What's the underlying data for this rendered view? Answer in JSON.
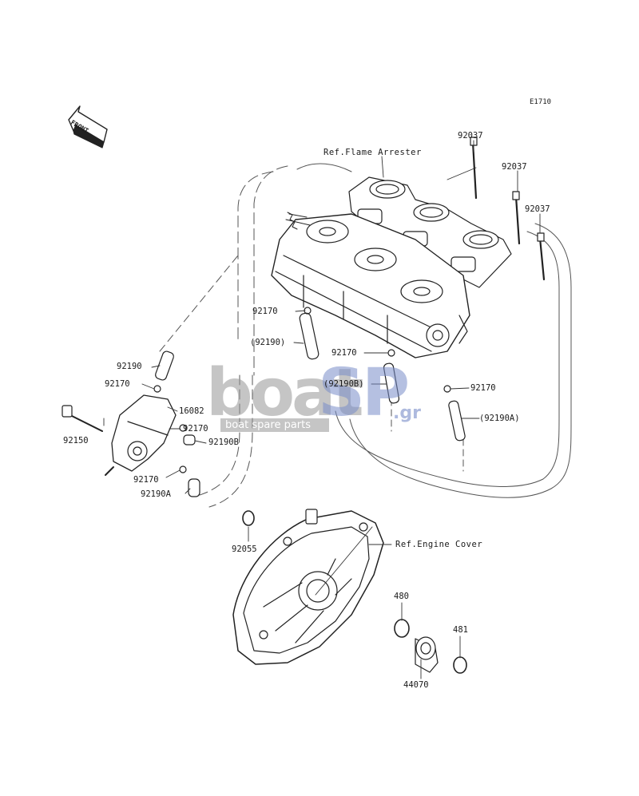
{
  "figure_id": "E1710",
  "front_label": "FRONT",
  "refs": {
    "flame_arrester": "Ref.Flame Arrester",
    "engine_cover": "Ref.Engine Cover"
  },
  "parts": {
    "p92037_a": "92037",
    "p92037_b": "92037",
    "p92037_c": "92037",
    "p92170_a": "92170",
    "p92190_paren": "(92190)",
    "p92170_b": "92170",
    "p92190b_paren": "(92190B)",
    "p92170_c": "92170",
    "p92190a_paren": "(92190A)",
    "p92190": "92190",
    "p92170_d": "92170",
    "p16082": "16082",
    "p92150": "92150",
    "p92170_e": "92170",
    "p92190b": "92190B",
    "p92170_f": "92170",
    "p92190a": "92190A",
    "p92055": "92055",
    "p480": "480",
    "p481": "481",
    "p44070": "44070"
  },
  "watermark": {
    "brand_boat": "boat",
    "brand_sp": "SP",
    "brand_tld": ".gr",
    "tagline": "boat spare parts"
  }
}
